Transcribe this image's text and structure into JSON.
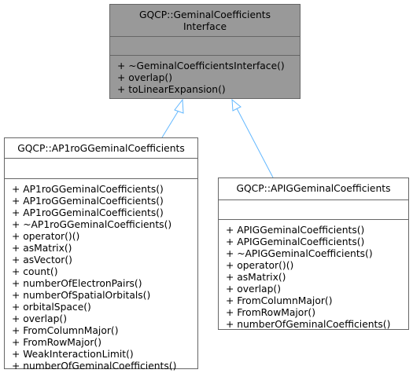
{
  "colors": {
    "base_fill": "#999999",
    "derived_fill": "#ffffff",
    "border": "#666666",
    "arrow": "#63b8ff"
  },
  "classes": [
    {
      "id": "geminal-interface",
      "title_lines": [
        "GQCP::GeminalCoefficients",
        "Interface"
      ],
      "methods": [
        "+ ~GeminalCoefficientsInterface()",
        "+ overlap()",
        "+ toLinearExpansion()"
      ]
    },
    {
      "id": "ap1rog",
      "title_lines": [
        "GQCP::AP1roGGeminalCoefficients"
      ],
      "methods": [
        "+ AP1roGGeminalCoefficients()",
        "+ AP1roGGeminalCoefficients()",
        "+ AP1roGGeminalCoefficients()",
        "+ ~AP1roGGeminalCoefficients()",
        "+ operator()()",
        "+ asMatrix()",
        "+ asVector()",
        "+ count()",
        "+ numberOfElectronPairs()",
        "+ numberOfSpatialOrbitals()",
        "+ orbitalSpace()",
        "+ overlap()",
        "+ FromColumnMajor()",
        "+ FromRowMajor()",
        "+ WeakInteractionLimit()",
        "+ numberOfGeminalCoefficients()"
      ]
    },
    {
      "id": "apig",
      "title_lines": [
        "GQCP::APIGGeminalCoefficients"
      ],
      "methods": [
        "+ APIGGeminalCoefficients()",
        "+ APIGGeminalCoefficients()",
        "+ ~APIGGeminalCoefficients()",
        "+ operator()()",
        "+ asMatrix()",
        "+ overlap()",
        "+ FromColumnMajor()",
        "+ FromRowMajor()",
        "+ numberOfGeminalCoefficients()"
      ]
    }
  ]
}
